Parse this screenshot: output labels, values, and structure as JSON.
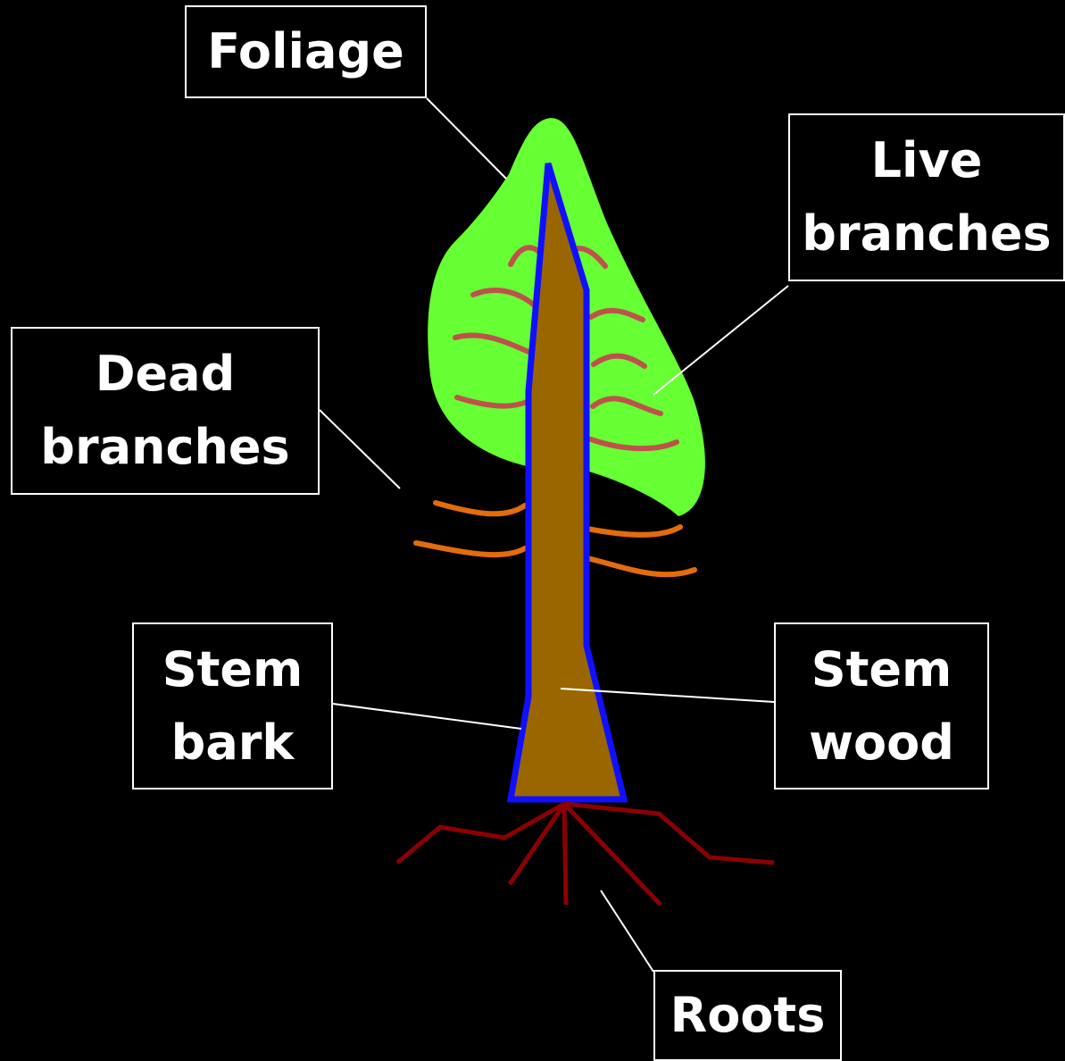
{
  "labels": {
    "foliage": [
      "Foliage"
    ],
    "live_branches": [
      "Live",
      "branches"
    ],
    "dead_branches": [
      "Dead",
      "branches"
    ],
    "stem_bark": [
      "Stem",
      "bark"
    ],
    "stem_wood": [
      "Stem",
      "wood"
    ],
    "roots": [
      "Roots"
    ]
  },
  "colors": {
    "background": "#000000",
    "foliage": "#66ff33",
    "stem_wood": "#996600",
    "stem_bark": "#1010ff",
    "live_branches": "#c0504d",
    "dead_branches": "#e46c0a",
    "roots": "#8b0000",
    "label_border": "#ffffff",
    "leader_lines": "#ffffff"
  }
}
